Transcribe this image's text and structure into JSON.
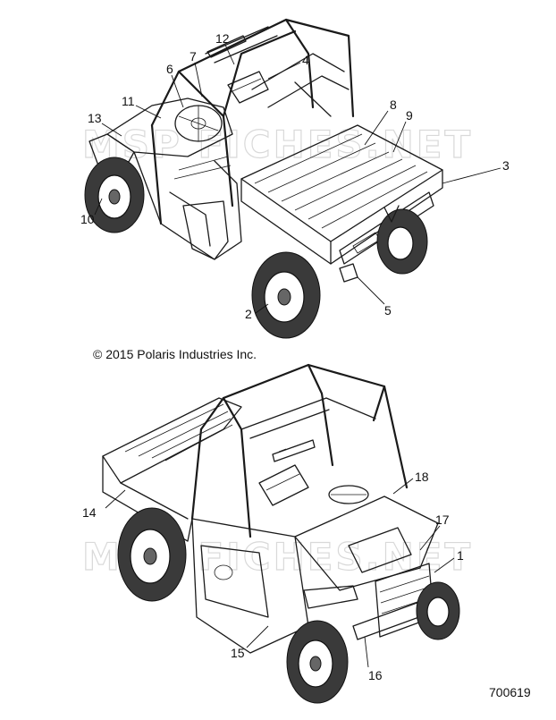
{
  "watermark": "MSP FICHES.NET",
  "copyright": "© 2015 Polaris Industries Inc.",
  "document_number": "700619",
  "callouts_top": [
    "12",
    "7",
    "4",
    "6",
    "11",
    "13",
    "8",
    "9",
    "3",
    "10",
    "2",
    "5"
  ],
  "callouts_bottom": [
    "18",
    "14",
    "17",
    "1",
    "15",
    "16"
  ],
  "icons": {
    "vehicle_rear_view": "utv-rear-quarter-view",
    "vehicle_front_view": "utv-front-quarter-view"
  },
  "colors": {
    "line": "#1a1a1a",
    "tire": "#3a3a3a",
    "watermark": "#d9d9d9"
  }
}
